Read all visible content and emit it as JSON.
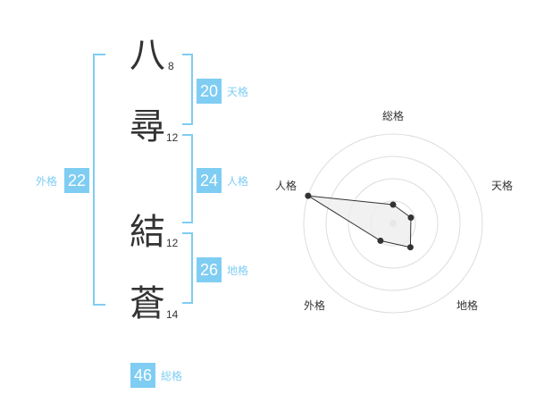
{
  "name": {
    "chars": [
      {
        "char": "八",
        "strokes": "8"
      },
      {
        "char": "尋",
        "strokes": "12"
      },
      {
        "char": "結",
        "strokes": "12"
      },
      {
        "char": "蒼",
        "strokes": "14"
      }
    ]
  },
  "kakusu": {
    "tenkaku": {
      "value": "20",
      "label": "天格"
    },
    "jinkaku": {
      "value": "24",
      "label": "人格"
    },
    "chikaku": {
      "value": "26",
      "label": "地格"
    },
    "gaikaku": {
      "value": "22",
      "label": "外格"
    },
    "soukaku": {
      "value": "46",
      "label": "総格"
    }
  },
  "radar": {
    "axes": [
      "総格",
      "天格",
      "地格",
      "外格",
      "人格"
    ],
    "values": [
      0.21,
      0.21,
      0.33,
      0.24,
      1.0
    ],
    "colors": {
      "stroke": "#333333",
      "fill": "#eeeeee",
      "grid": "#dddddd",
      "point": "#333333",
      "center": "#cccccc"
    }
  },
  "colors": {
    "accent": "#7fcdf3"
  }
}
